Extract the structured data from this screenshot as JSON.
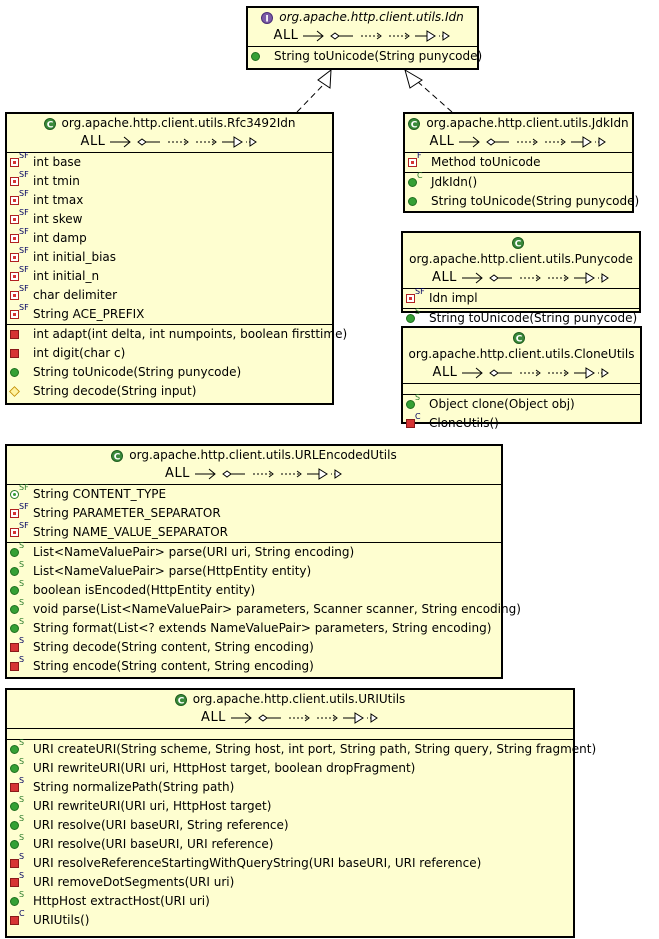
{
  "filter_label": "ALL",
  "classes": {
    "idn": {
      "name": "org.apache.http.client.utils.Idn",
      "members": [
        {
          "kind": "pub",
          "mod": "",
          "text": "String toUnicode(String punycode)"
        }
      ]
    },
    "rfc": {
      "name": "org.apache.http.client.utils.Rfc3492Idn",
      "fields": [
        {
          "kind": "privf",
          "mod": "SF",
          "text": "int base"
        },
        {
          "kind": "privf",
          "mod": "SF",
          "text": "int tmin"
        },
        {
          "kind": "privf",
          "mod": "SF",
          "text": "int tmax"
        },
        {
          "kind": "privf",
          "mod": "SF",
          "text": "int skew"
        },
        {
          "kind": "privf",
          "mod": "SF",
          "text": "int damp"
        },
        {
          "kind": "privf",
          "mod": "SF",
          "text": "int initial_bias"
        },
        {
          "kind": "privf",
          "mod": "SF",
          "text": "int initial_n"
        },
        {
          "kind": "privf",
          "mod": "SF",
          "text": "char delimiter"
        },
        {
          "kind": "privf",
          "mod": "SF",
          "text": "String ACE_PREFIX"
        }
      ],
      "methods": [
        {
          "kind": "priv",
          "mod": "",
          "text": "int adapt(int delta, int numpoints, boolean firsttime)"
        },
        {
          "kind": "priv",
          "mod": "",
          "text": "int digit(char c)"
        },
        {
          "kind": "pub",
          "mod": "",
          "text": "String toUnicode(String punycode)"
        },
        {
          "kind": "pkg",
          "mod": "",
          "text": "String decode(String input)"
        }
      ]
    },
    "jdk": {
      "name": "org.apache.http.client.utils.JdkIdn",
      "fields": [
        {
          "kind": "privf",
          "mod": "F",
          "text": "Method toUnicode"
        }
      ],
      "methods": [
        {
          "kind": "pub",
          "mod": "C",
          "text": "JdkIdn()"
        },
        {
          "kind": "pub",
          "mod": "",
          "text": "String toUnicode(String punycode)"
        }
      ]
    },
    "puny": {
      "name": "org.apache.http.client.utils.Punycode",
      "fields": [
        {
          "kind": "privf",
          "mod": "SF",
          "text": "Idn impl"
        }
      ],
      "methods": [
        {
          "kind": "pub",
          "mod": "S",
          "text": "String toUnicode(String punycode)"
        }
      ]
    },
    "clone": {
      "name": "org.apache.http.client.utils.CloneUtils",
      "methods": [
        {
          "kind": "pub",
          "mod": "S",
          "text": "Object clone(Object obj)"
        },
        {
          "kind": "priv",
          "mod": "C",
          "text": "CloneUtils()"
        }
      ]
    },
    "urlenc": {
      "name": "org.apache.http.client.utils.URLEncodedUtils",
      "fields": [
        {
          "kind": "pubf",
          "mod": "SF",
          "text": "String CONTENT_TYPE"
        },
        {
          "kind": "privf",
          "mod": "SF",
          "text": "String PARAMETER_SEPARATOR"
        },
        {
          "kind": "privf",
          "mod": "SF",
          "text": "String NAME_VALUE_SEPARATOR"
        }
      ],
      "methods": [
        {
          "kind": "pub",
          "mod": "S",
          "text": "List<NameValuePair> parse(URI uri, String encoding)"
        },
        {
          "kind": "pub",
          "mod": "S",
          "text": "List<NameValuePair> parse(HttpEntity entity)"
        },
        {
          "kind": "pub",
          "mod": "S",
          "text": "boolean isEncoded(HttpEntity entity)"
        },
        {
          "kind": "pub",
          "mod": "S",
          "text": "void parse(List<NameValuePair> parameters, Scanner scanner, String encoding)"
        },
        {
          "kind": "pub",
          "mod": "S",
          "text": "String format(List<? extends NameValuePair> parameters, String encoding)"
        },
        {
          "kind": "priv",
          "mod": "S",
          "text": "String decode(String content, String encoding)"
        },
        {
          "kind": "priv",
          "mod": "S",
          "text": "String encode(String content, String encoding)"
        }
      ]
    },
    "uri": {
      "name": "org.apache.http.client.utils.URIUtils",
      "methods": [
        {
          "kind": "pub",
          "mod": "S",
          "text": "URI createURI(String scheme, String host, int port, String path, String query, String fragment)"
        },
        {
          "kind": "pub",
          "mod": "S",
          "text": "URI rewriteURI(URI uri, HttpHost target, boolean dropFragment)"
        },
        {
          "kind": "priv",
          "mod": "S",
          "text": "String normalizePath(String path)"
        },
        {
          "kind": "pub",
          "mod": "S",
          "text": "URI rewriteURI(URI uri, HttpHost target)"
        },
        {
          "kind": "pub",
          "mod": "S",
          "text": "URI resolve(URI baseURI, String reference)"
        },
        {
          "kind": "pub",
          "mod": "S",
          "text": "URI resolve(URI baseURI, URI reference)"
        },
        {
          "kind": "priv",
          "mod": "S",
          "text": "URI resolveReferenceStartingWithQueryString(URI baseURI, URI reference)"
        },
        {
          "kind": "priv",
          "mod": "S",
          "text": "URI removeDotSegments(URI uri)"
        },
        {
          "kind": "pub",
          "mod": "S",
          "text": "HttpHost extractHost(URI uri)"
        },
        {
          "kind": "priv",
          "mod": "C",
          "text": "URIUtils()"
        }
      ]
    }
  }
}
